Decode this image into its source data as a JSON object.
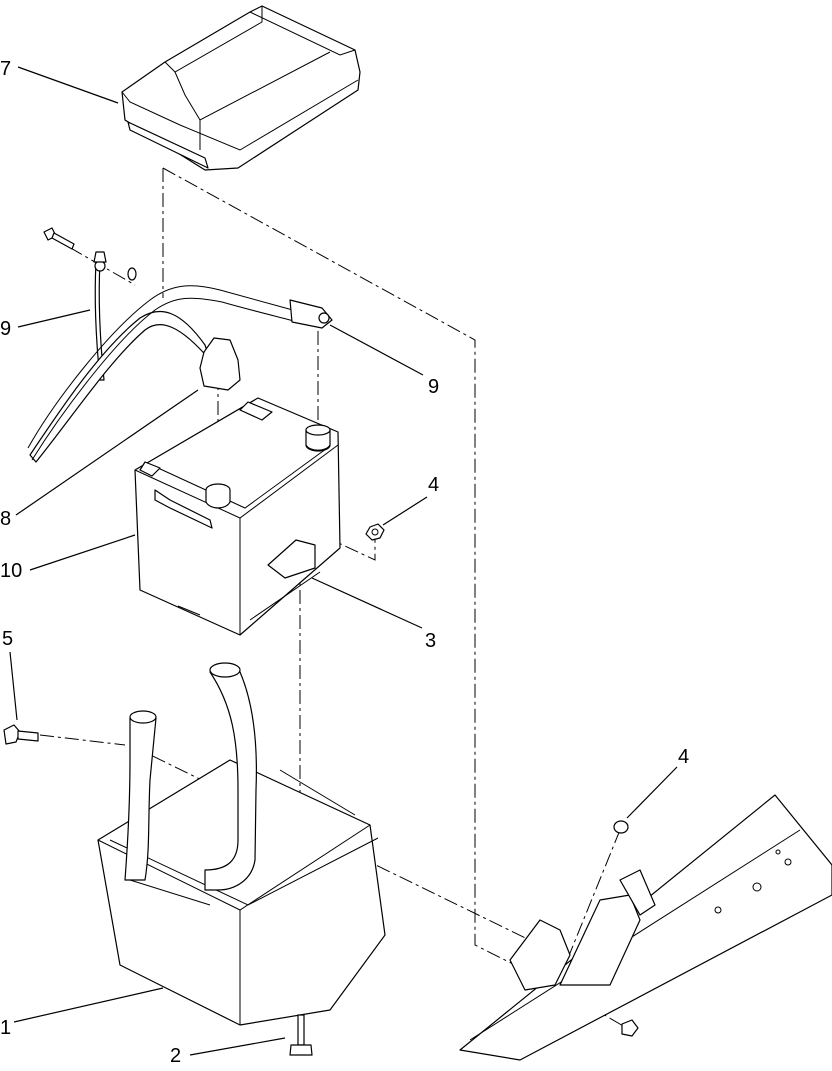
{
  "callouts": [
    {
      "id": "c1",
      "label": "1"
    },
    {
      "id": "c2",
      "label": "2"
    },
    {
      "id": "c3",
      "label": "3"
    },
    {
      "id": "c4a",
      "label": "4"
    },
    {
      "id": "c4b",
      "label": "4"
    },
    {
      "id": "c5",
      "label": "5"
    },
    {
      "id": "c7",
      "label": "7"
    },
    {
      "id": "c8",
      "label": "8"
    },
    {
      "id": "c9a",
      "label": "9"
    },
    {
      "id": "c9b",
      "label": "9"
    },
    {
      "id": "c10",
      "label": "10"
    }
  ]
}
